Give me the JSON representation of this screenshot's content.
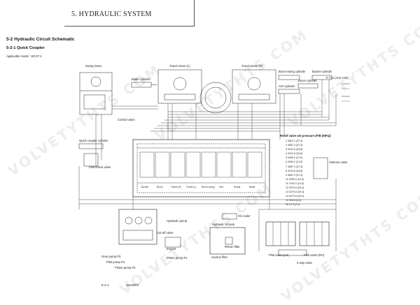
{
  "header": {
    "chapter_title": "5. HYDRAULIC SYSTEM"
  },
  "section": {
    "title": "5-2  Hydraulic Circuit Schematic",
    "subtitle": "5-2-1  Quick Coupler",
    "applicable_model": "Applicable model : WC27-2"
  },
  "labels": {
    "swing_motor": "Swing motor",
    "travel_motor_l": "Travel motor (L)",
    "travel_motor_r": "Travel motor (R)",
    "blade_cylinder": "Blade cylinder",
    "boom_swing_cylinder": "Boom swing cylinder",
    "bucket_cylinder": "Bucket cylinder",
    "arm_cylinder": "Arm cylinder",
    "boom_cylinder": "Boom cylinder",
    "p_t12": "P T12 (Arm end)",
    "control_valve": "Control valve",
    "quick_coupler_cylinder": "Quick coupler cylinder",
    "pilot_check_valve": "Pilot check valve",
    "relief_valve_set_pressure": "Relief valve set pressure (P/B (MPa))",
    "selector_valve": "Selector valve",
    "hydraulic_pump": "Hydraulic pump",
    "cut_off_valve": "Cut-off valve",
    "engine": "Engine",
    "oil_cooler": "Oil cooler",
    "hydraulic_oil_tank": "Hydraulic oil tank",
    "return_filter": "Return filter",
    "suction_filter": "Suction filter",
    "gear_pump_p3": "Gear pump P3",
    "pilot_pump_p4": "Pilot pump P4",
    "piston_pump_p2": "Piston pump P2",
    "piston_pump_p1": "Piston pump P1",
    "pilot_valve_lh": "Pilot valve (LH)",
    "pilot_valve_rh": "Pilot valve (RH)",
    "two_way_valve": "2-way valve",
    "section_labels": [
      "Bucket",
      "Boom",
      "Travel (R)",
      "Travel (L)",
      "Boom swing",
      "Arm",
      "Swing",
      "Blade"
    ]
  },
  "relief_settings": [
    "1  3657.2 (37.3)",
    "2  3657.2 (37.3)",
    "3  3412.6 (34.8)",
    "4  3412.6 (34.8)",
    "5  2059.2 (21.0)",
    "6  2059.2 (21.0)",
    "7  3657.2 (37.3)",
    "8  3412.6 (34.8)",
    "9  3657.2 (37.3)",
    "10  2059.2 (21.0)",
    "11  1422.0 (14.5)",
    "12  3270.6 (33.4)",
    "13  3270.6 (33.4)",
    "14  3270.6 (33.4)",
    "15  333.8 (3.4)",
    "16  21.3 (2.2)"
  ],
  "footer": {
    "page": "5-2-1",
    "doc_code": "46320P0"
  },
  "watermark": {
    "text": "VOLVETYTHTS COM"
  }
}
